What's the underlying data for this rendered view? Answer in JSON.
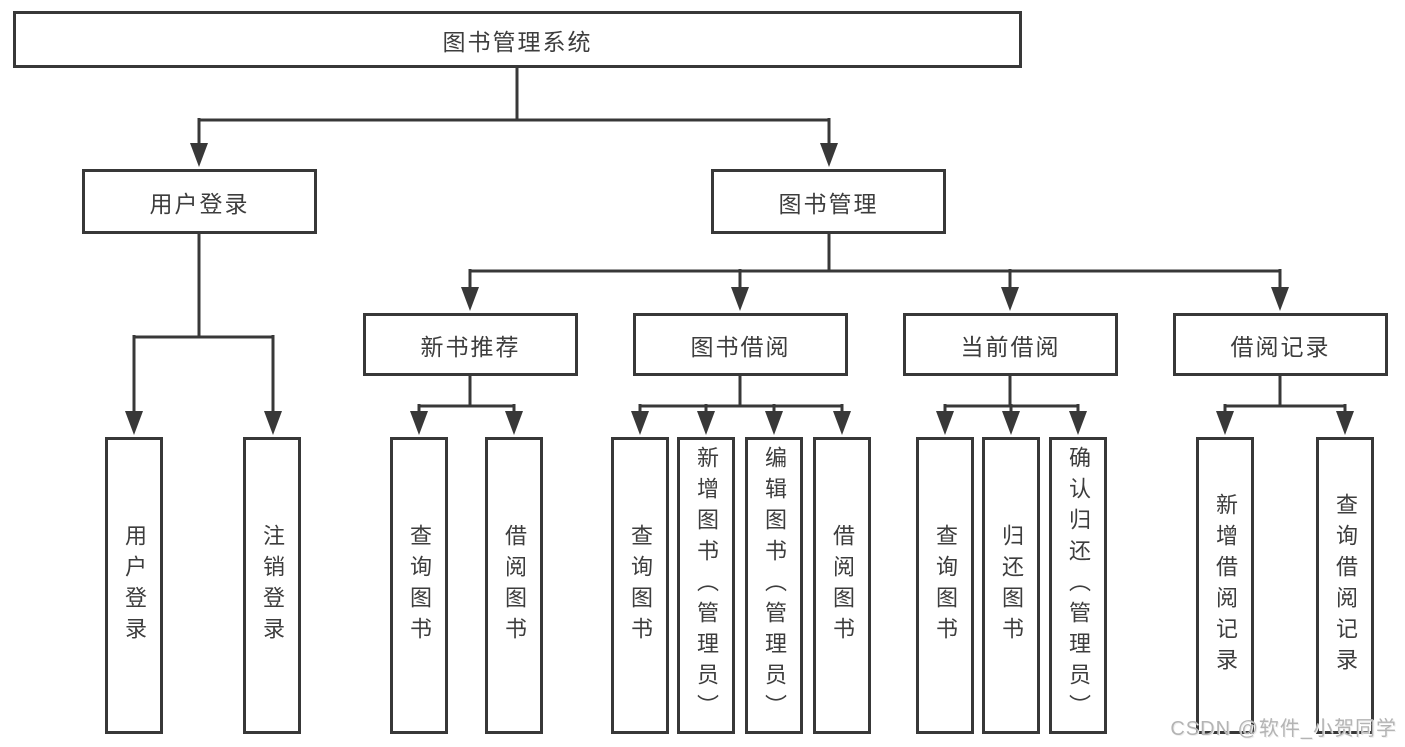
{
  "diagram": {
    "root": {
      "label": "图书管理系统"
    },
    "branches": [
      {
        "label": "用户登录",
        "children": [
          {
            "label": "用户登录"
          },
          {
            "label": "注销登录"
          }
        ]
      },
      {
        "label": "图书管理",
        "children": [
          {
            "label": "新书推荐",
            "children": [
              {
                "label": "查询图书"
              },
              {
                "label": "借阅图书"
              }
            ]
          },
          {
            "label": "图书借阅",
            "children": [
              {
                "label": "查询图书"
              },
              {
                "label": "新增图书（管理员）"
              },
              {
                "label": "编辑图书（管理员）"
              },
              {
                "label": "借阅图书"
              }
            ]
          },
          {
            "label": "当前借阅",
            "children": [
              {
                "label": "查询图书"
              },
              {
                "label": "归还图书"
              },
              {
                "label": "确认归还（管理员）"
              }
            ]
          },
          {
            "label": "借阅记录",
            "children": [
              {
                "label": "新增借阅记录"
              },
              {
                "label": "查询借阅记录"
              }
            ]
          }
        ]
      }
    ]
  },
  "watermark": {
    "text": "CSDN @软件_小贺同学"
  },
  "colors": {
    "line": "#383838",
    "text": "#3d3d3d",
    "background": "#ffffff",
    "watermark": "#b4b4b4"
  }
}
